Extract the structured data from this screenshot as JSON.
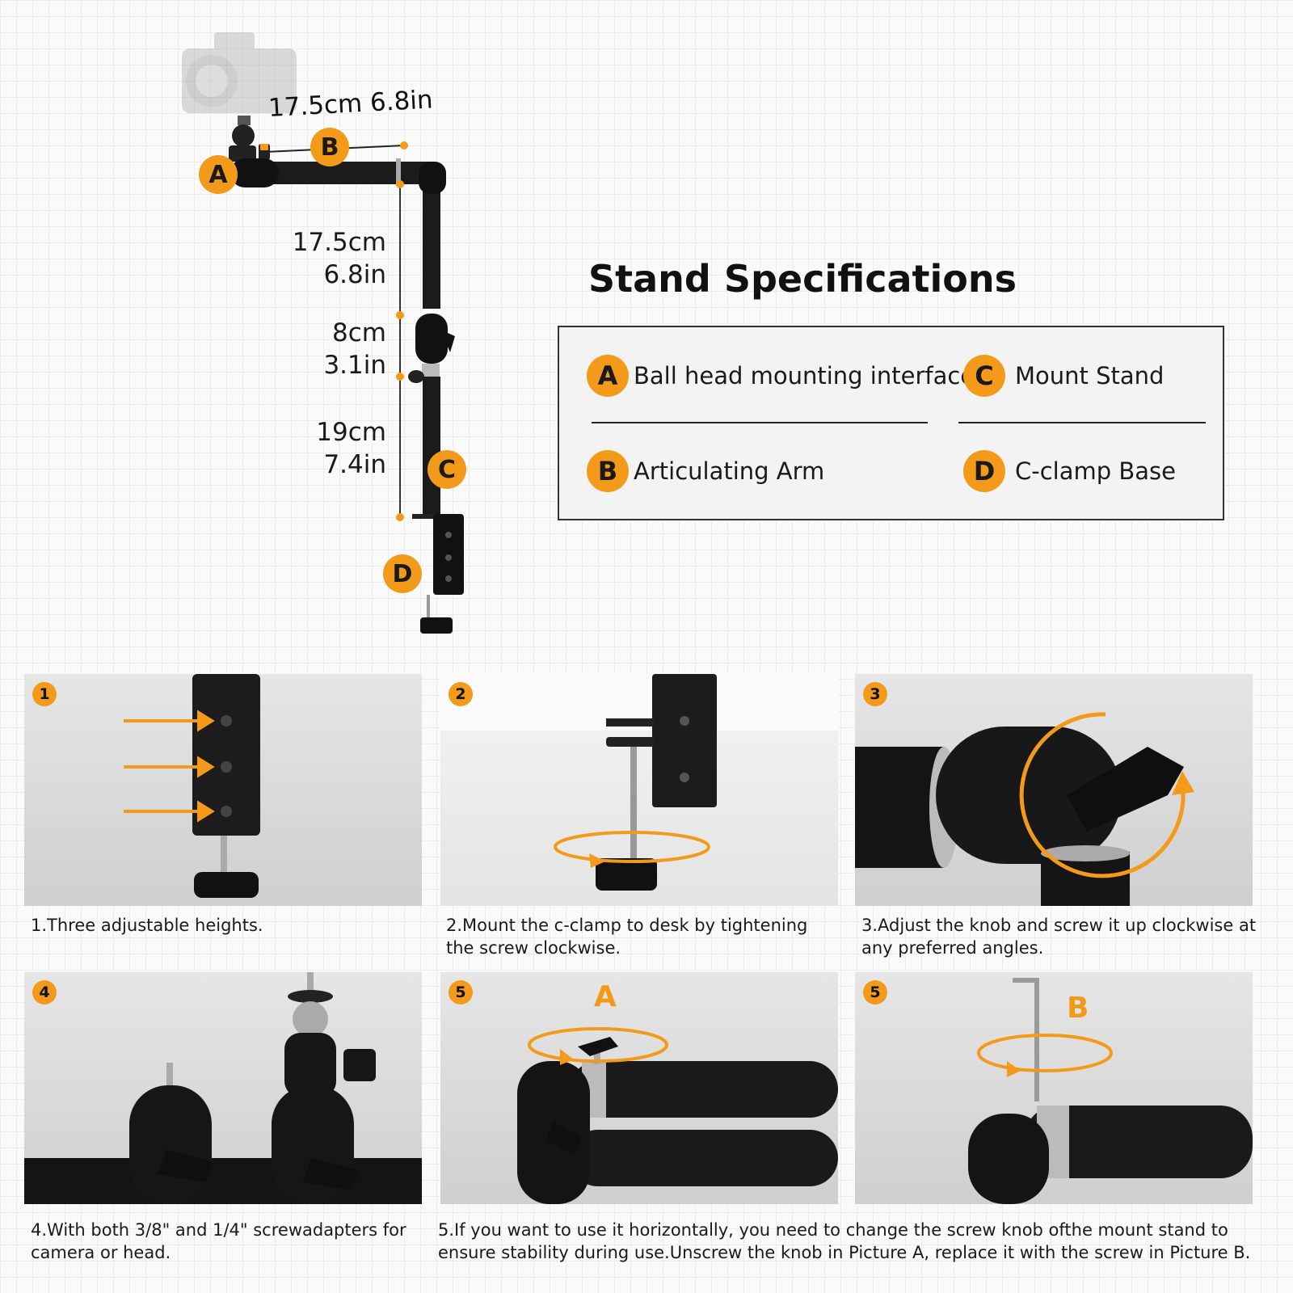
{
  "diagram": {
    "top_dimension": "17.5cm 6.8in",
    "segments": [
      {
        "cm": "17.5cm",
        "in": "6.8in"
      },
      {
        "cm": "8cm",
        "in": "3.1in"
      },
      {
        "cm": "19cm",
        "in": "7.4in"
      }
    ],
    "badges": [
      "A",
      "B",
      "C",
      "D"
    ]
  },
  "specs": {
    "title": "Stand Specifications",
    "items": [
      {
        "letter": "A",
        "label": "Ball head mounting interface"
      },
      {
        "letter": "C",
        "label": "Mount Stand"
      },
      {
        "letter": "B",
        "label": "Articulating Arm"
      },
      {
        "letter": "D",
        "label": "C-clamp Base"
      }
    ]
  },
  "steps": [
    {
      "num": "1",
      "caption": "1.Three adjustable heights."
    },
    {
      "num": "2",
      "caption": "2.Mount the c-clamp to desk by tightening the screw clockwise."
    },
    {
      "num": "3",
      "caption": "3.Adjust the knob and screw it up clockwise at any preferred angles."
    },
    {
      "num": "4",
      "caption": "4.With both 3/8\" and 1/4\" screwadapters for camera or head."
    },
    {
      "num": "5",
      "letter": "A"
    },
    {
      "num": "5",
      "letter": "B"
    }
  ],
  "caption_5": "5.If you want to use it horizontally, you need to change the screw knob ofthe mount stand to ensure stability during use.Unscrew the knob in Picture A, replace it with the screw in Picture B.",
  "colors": {
    "accent": "#f39a1a",
    "metal": "#1b1b1b",
    "border": "#333333"
  }
}
